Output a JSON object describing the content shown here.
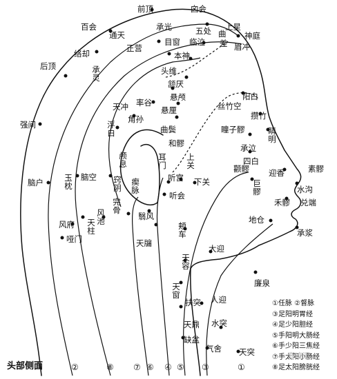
{
  "caption": "头部侧面",
  "watermark": "奇迹汇",
  "points": {
    "baihui": "百会",
    "qianding": "前顶",
    "xinhui": "囟会",
    "shangxing": "上星",
    "shenting": "神庭",
    "meichong": "眉冲",
    "qu": "曲",
    "cha": "差",
    "wuchu": "五处",
    "chengguang": "承光",
    "tongtian": "通天",
    "luoque": "络却",
    "houding": "后顶",
    "qiangjian": "强间",
    "naohu": "脑户",
    "fengfu": "风府",
    "yamen": "哑门",
    "naokong": "脑空",
    "chengling": "承灵",
    "zhengying": "正营",
    "muchuang": "目窗",
    "linqi": "临泣",
    "benshen": "本神",
    "touwei": "头维",
    "hanyan": "颔厌",
    "xuanlu": "悬颅",
    "xuanli": "悬厘",
    "yangbai": "阳白",
    "sizhukong": "丝竹空",
    "zanzhu": "攒竹",
    "jingming": "睛明",
    "tongziliao": "瞳子髎",
    "chengqi": "承泣",
    "sibai": "四白",
    "tianchong": "天冲",
    "shuaigu": "率谷",
    "jiaosun": "角孙",
    "qubin": "曲鬓",
    "heliao": "和髎",
    "ermen": "耳门",
    "tinggong": "听宫",
    "tinghui": "听会",
    "shangguan": "上关",
    "xiaguan": "下关",
    "quanliao": "颧髎",
    "juliao": "巨髎",
    "yingxiang": "迎香",
    "suliao": "素髎",
    "shuigou": "水沟",
    "duiduan": "兑端",
    "heliao2": "禾髎",
    "dicang": "地仓",
    "chengjiang": "承浆",
    "fubai": "浮白",
    "luxi": "颅息",
    "qiaoyin": "窍阴",
    "chimai": "瘈脉",
    "wangu": "完骨",
    "fengchi": "风池",
    "yuzhen": "玉枕",
    "tianzhu": "天柱",
    "yifeng": "翳风",
    "jiache": "颊车",
    "daying": "大迎",
    "tianyou": "天牖",
    "tianrong": "天容",
    "tianchuang": "天窗",
    "futu": "扶突",
    "renying": "人迎",
    "lianquan": "廉泉",
    "tianding": "天鼎",
    "shuitu": "水突",
    "quepen": "缺盆",
    "qishe": "气舍",
    "tiantu": "天突"
  },
  "legend": [
    "①任脉 ②督脉",
    "③足阳明胃经",
    "④足少阳胆经",
    "⑤手阳明大肠经",
    "⑥手少阳三焦经",
    "⑦手太阳小肠经",
    "⑧足太阳膀胱经"
  ],
  "bottom_numbers": [
    "②",
    "⑧",
    "⑦",
    "⑥",
    "④",
    "⑤",
    "③",
    "①"
  ]
}
